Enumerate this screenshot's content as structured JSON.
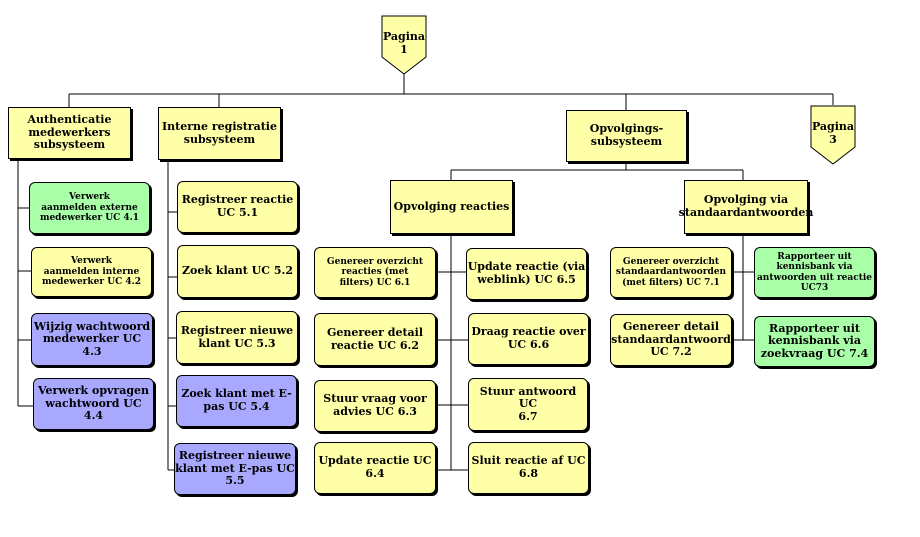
{
  "page_connectors": {
    "pagina1": "Pagina\n1",
    "pagina3": "Pagina\n3"
  },
  "subsystems": {
    "authenticatie": "Authenticatie\nmedewerkers\nsubsysteem",
    "interne_registratie": "Interne registratie\nsubsysteem",
    "opvolgings": "Opvolgings-\nsubsysteem"
  },
  "subgroups": {
    "opvolging_reacties": "Opvolging reacties",
    "opvolging_standaard": "Opvolging via\nstandaardantwoorden"
  },
  "use_cases": {
    "uc41": "Verwerk\naanmelden externe\nmedewerker UC 4.1",
    "uc42": "Verwerk\naanmelden interne\nmedewerker UC 4.2",
    "uc43": "Wijzig wachtwoord\nmedewerker UC\n4.3",
    "uc44": "Verwerk opvragen\nwachtwoord UC 4.4",
    "uc51": "Registreer reactie\nUC 5.1",
    "uc52": "Zoek klant UC 5.2",
    "uc53": "Registreer nieuwe\nklant UC 5.3",
    "uc54": "Zoek klant met E-\npas UC 5.4",
    "uc55": "Registreer nieuwe\nklant met E-pas UC\n5.5",
    "uc61": "Genereer overzicht\nreacties (met\nfilters) UC 6.1",
    "uc62": "Genereer detail\nreactie UC 6.2",
    "uc63": "Stuur vraag voor\nadvies UC 6.3",
    "uc64": "Update reactie UC\n6.4",
    "uc65": "Update reactie (via\nweblink) UC 6.5",
    "uc66": "Draag reactie over\nUC 6.6",
    "uc67": "Stuur antwoord UC\n6.7",
    "uc68": "Sluit reactie af UC\n6.8",
    "uc71": "Genereer overzicht\nstandaardantwoorden\n(met filters) UC 7.1",
    "uc72": "Genereer detail\nstandaardantwoord\nUC 7.2",
    "uc73": "Rapporteer uit\nkennisbank via\nantwoorden uit reactie UC73",
    "uc74": "Rapporteer uit\nkennisbank via\nzoekvraag UC 7.4"
  },
  "colors": {
    "yellow": "#ffffa8",
    "green": "#a8ffa8",
    "purple": "#a8a8ff",
    "line": "#000000"
  }
}
